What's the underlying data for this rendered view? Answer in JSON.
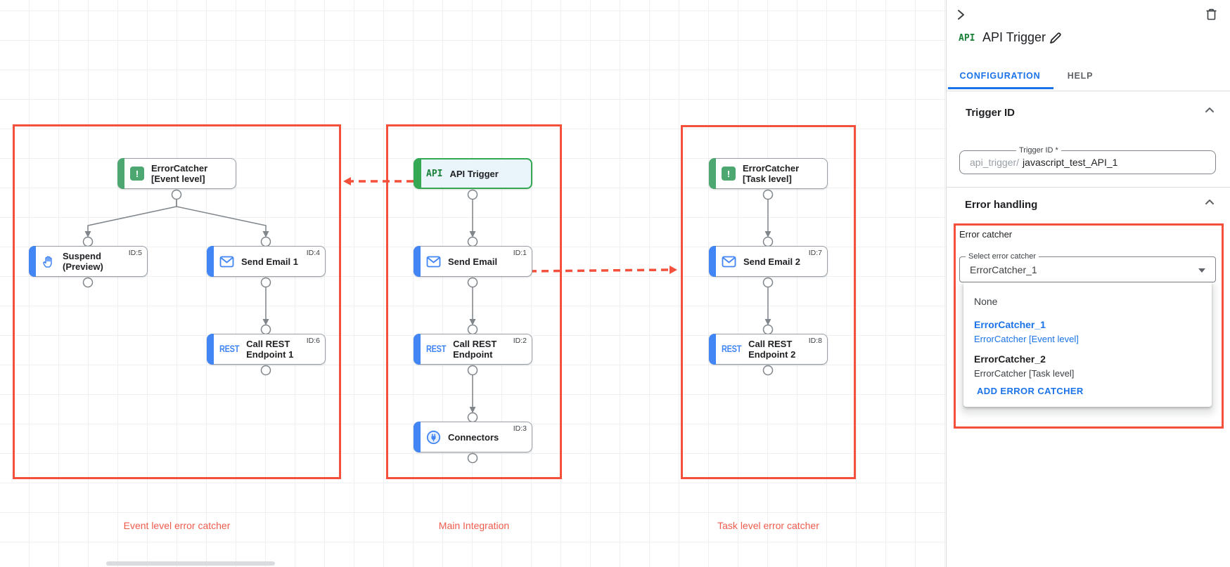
{
  "colors": {
    "annotation_red": "#f4503c",
    "label_red": "#ef5b4b",
    "breakpoint_dot_red": "#c5221f",
    "accent_blue": "#4285f4",
    "link_blue": "#1a73e8",
    "trigger_green": "#34a853",
    "errorcatcher_green": "#4ca771",
    "api_logo_green": "#188038",
    "connector_gray": "#80868b"
  },
  "icons": {
    "api_text": "API",
    "rest_text": "REST",
    "error_mark": "!"
  },
  "canvas": {
    "groups": [
      {
        "label": "Event level error catcher"
      },
      {
        "label": "Main Integration"
      },
      {
        "label": "Task level error catcher"
      }
    ],
    "nodes": [
      {
        "line1": "ErrorCatcher",
        "line2": "[Event level]",
        "id": ""
      },
      {
        "line1": "API Trigger",
        "line2": "",
        "id": ""
      },
      {
        "line1": "ErrorCatcher",
        "line2": "[Task level]",
        "id": ""
      },
      {
        "line1": "Suspend",
        "line2": "(Preview)",
        "id": "ID:5"
      },
      {
        "line1": "Send Email 1",
        "line2": "",
        "id": "ID:4"
      },
      {
        "line1": "Send Email",
        "line2": "",
        "id": "ID:1"
      },
      {
        "line1": "Send Email 2",
        "line2": "",
        "id": "ID:7"
      },
      {
        "line1": "Call REST",
        "line2": "Endpoint 1",
        "id": "ID:6"
      },
      {
        "line1": "Call REST",
        "line2": "Endpoint",
        "id": "ID:2"
      },
      {
        "line1": "Call REST",
        "line2": "Endpoint 2",
        "id": "ID:8"
      },
      {
        "line1": "Connectors",
        "line2": "",
        "id": "ID:3"
      }
    ]
  },
  "panel": {
    "title_icon": "API",
    "title": "API Trigger",
    "tabs": [
      {
        "label": "CONFIGURATION",
        "active": true
      },
      {
        "label": "HELP",
        "active": false
      }
    ],
    "trigger_id": {
      "header": "Trigger ID",
      "field_label": "Trigger ID *",
      "prefix": "api_trigger/",
      "value": "javascript_test_API_1"
    },
    "error_handling": {
      "header": "Error handling",
      "catcher_label": "Error catcher",
      "select_label": "Select error catcher",
      "select_value": "ErrorCatcher_1",
      "menu": {
        "none_label": "None",
        "options": [
          {
            "name": "ErrorCatcher_1",
            "desc": "ErrorCatcher [Event level]"
          },
          {
            "name": "ErrorCatcher_2",
            "desc": "ErrorCatcher [Task level]"
          }
        ],
        "add_label": "ADD ERROR CATCHER"
      }
    }
  }
}
